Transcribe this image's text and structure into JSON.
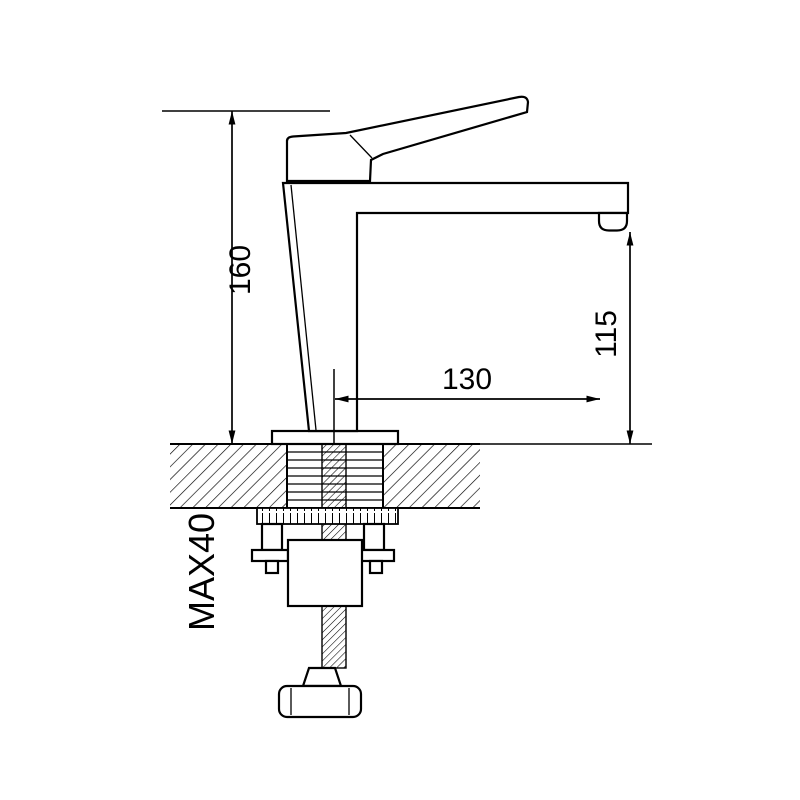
{
  "page": {
    "background": "#ffffff",
    "line_color": "#000000"
  },
  "diagram": {
    "type": "technical-drawing",
    "subject": "basin-faucet-installation-dimensions",
    "dimensions": {
      "overall_height": "160",
      "spout_height": "115",
      "spout_reach": "130",
      "max_counter_thickness": "MAX40"
    }
  }
}
